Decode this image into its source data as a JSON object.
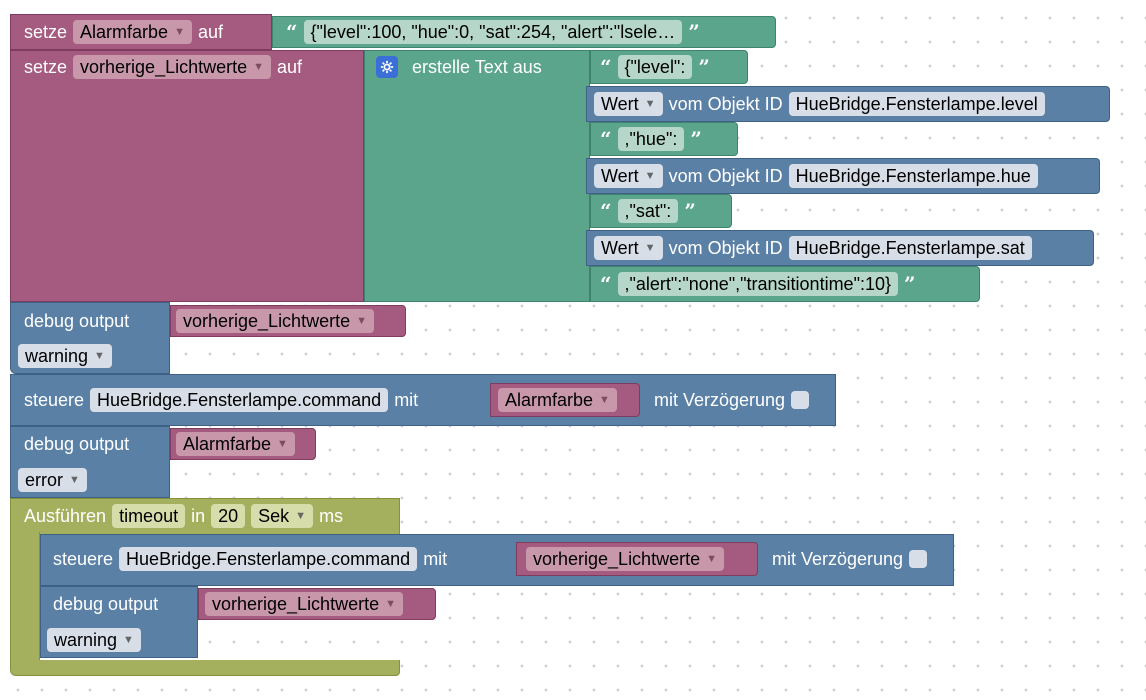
{
  "blocks": {
    "set_alarm": {
      "setze": "setze",
      "var": "Alarmfarbe",
      "auf": "auf",
      "string": "{\"level\":100, \"hue\":0, \"sat\":254, \"alert\":\"lsele…"
    },
    "set_prev": {
      "setze": "setze",
      "var": "vorherige_Lichtwerte",
      "auf": "auf",
      "create_text": "erstelle Text aus",
      "items": [
        {
          "type": "string",
          "value": "{\"level\":"
        },
        {
          "type": "state",
          "mode": "Wert",
          "label": "vom Objekt ID",
          "oid": "HueBridge.Fensterlampe.level"
        },
        {
          "type": "string",
          "value": ",\"hue\":"
        },
        {
          "type": "state",
          "mode": "Wert",
          "label": "vom Objekt ID",
          "oid": "HueBridge.Fensterlampe.hue"
        },
        {
          "type": "string",
          "value": ",\"sat\":"
        },
        {
          "type": "state",
          "mode": "Wert",
          "label": "vom Objekt ID",
          "oid": "HueBridge.Fensterlampe.sat"
        },
        {
          "type": "string",
          "value": ",\"alert\":\"none\",\"transitiontime\":10}"
        }
      ]
    },
    "debug1": {
      "label": "debug output",
      "var": "vorherige_Lichtwerte",
      "level": "warning"
    },
    "control1": {
      "label": "steuere",
      "oid": "HueBridge.Fensterlampe.command",
      "mit": "mit",
      "var": "Alarmfarbe",
      "delay_label": "mit Verzögerung"
    },
    "debug2": {
      "label": "debug output",
      "var": "Alarmfarbe",
      "level": "error"
    },
    "timeout": {
      "label": "Ausführen",
      "name": "timeout",
      "in": "in",
      "value": "20",
      "unit": "Sek",
      "ms": "ms"
    },
    "control2": {
      "label": "steuere",
      "oid": "HueBridge.Fensterlampe.command",
      "mit": "mit",
      "var": "vorherige_Lichtwerte",
      "delay_label": "mit Verzögerung"
    },
    "debug3": {
      "label": "debug output",
      "var": "vorherige_Lichtwerte",
      "level": "warning"
    }
  },
  "colors": {
    "variables": "#a55b80",
    "system": "#5b80a5",
    "text": "#5ba58c",
    "timeouts": "#a5b05f",
    "canvas": "#ffffff"
  },
  "icons": {
    "gear": "gear-icon",
    "dropdown": "chevron-down-icon",
    "quote_open": "quote-open-icon",
    "quote_close": "quote-close-icon"
  }
}
